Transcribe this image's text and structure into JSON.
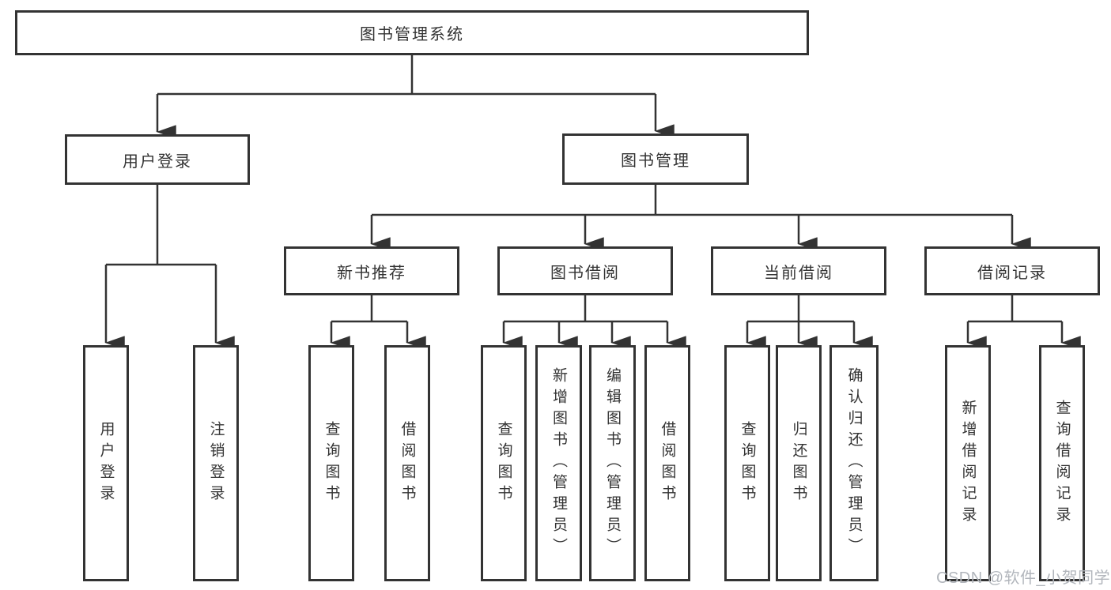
{
  "colors": {
    "line": "#333333",
    "text": "#333333",
    "box_background": "#ffffff",
    "page_background": "#ffffff",
    "watermark": "#b2b6bc"
  },
  "watermark": {
    "text": "CSDN @软件_小贺同学"
  },
  "tree": {
    "label": "图书管理系统",
    "children": [
      {
        "label": "用户登录",
        "children": [
          {
            "label": "用户登录"
          },
          {
            "label": "注销登录"
          }
        ]
      },
      {
        "label": "图书管理",
        "children": [
          {
            "label": "新书推荐",
            "children": [
              {
                "label": "查询图书"
              },
              {
                "label": "借阅图书"
              }
            ]
          },
          {
            "label": "图书借阅",
            "children": [
              {
                "label": "查询图书"
              },
              {
                "label": "新增图书（管理员）"
              },
              {
                "label": "编辑图书（管理员）"
              },
              {
                "label": "借阅图书"
              }
            ]
          },
          {
            "label": "当前借阅",
            "children": [
              {
                "label": "查询图书"
              },
              {
                "label": "归还图书"
              },
              {
                "label": "确认归还（管理员）"
              }
            ]
          },
          {
            "label": "借阅记录",
            "children": [
              {
                "label": "新增借阅记录"
              },
              {
                "label": "查询借阅记录"
              }
            ]
          }
        ]
      }
    ]
  }
}
